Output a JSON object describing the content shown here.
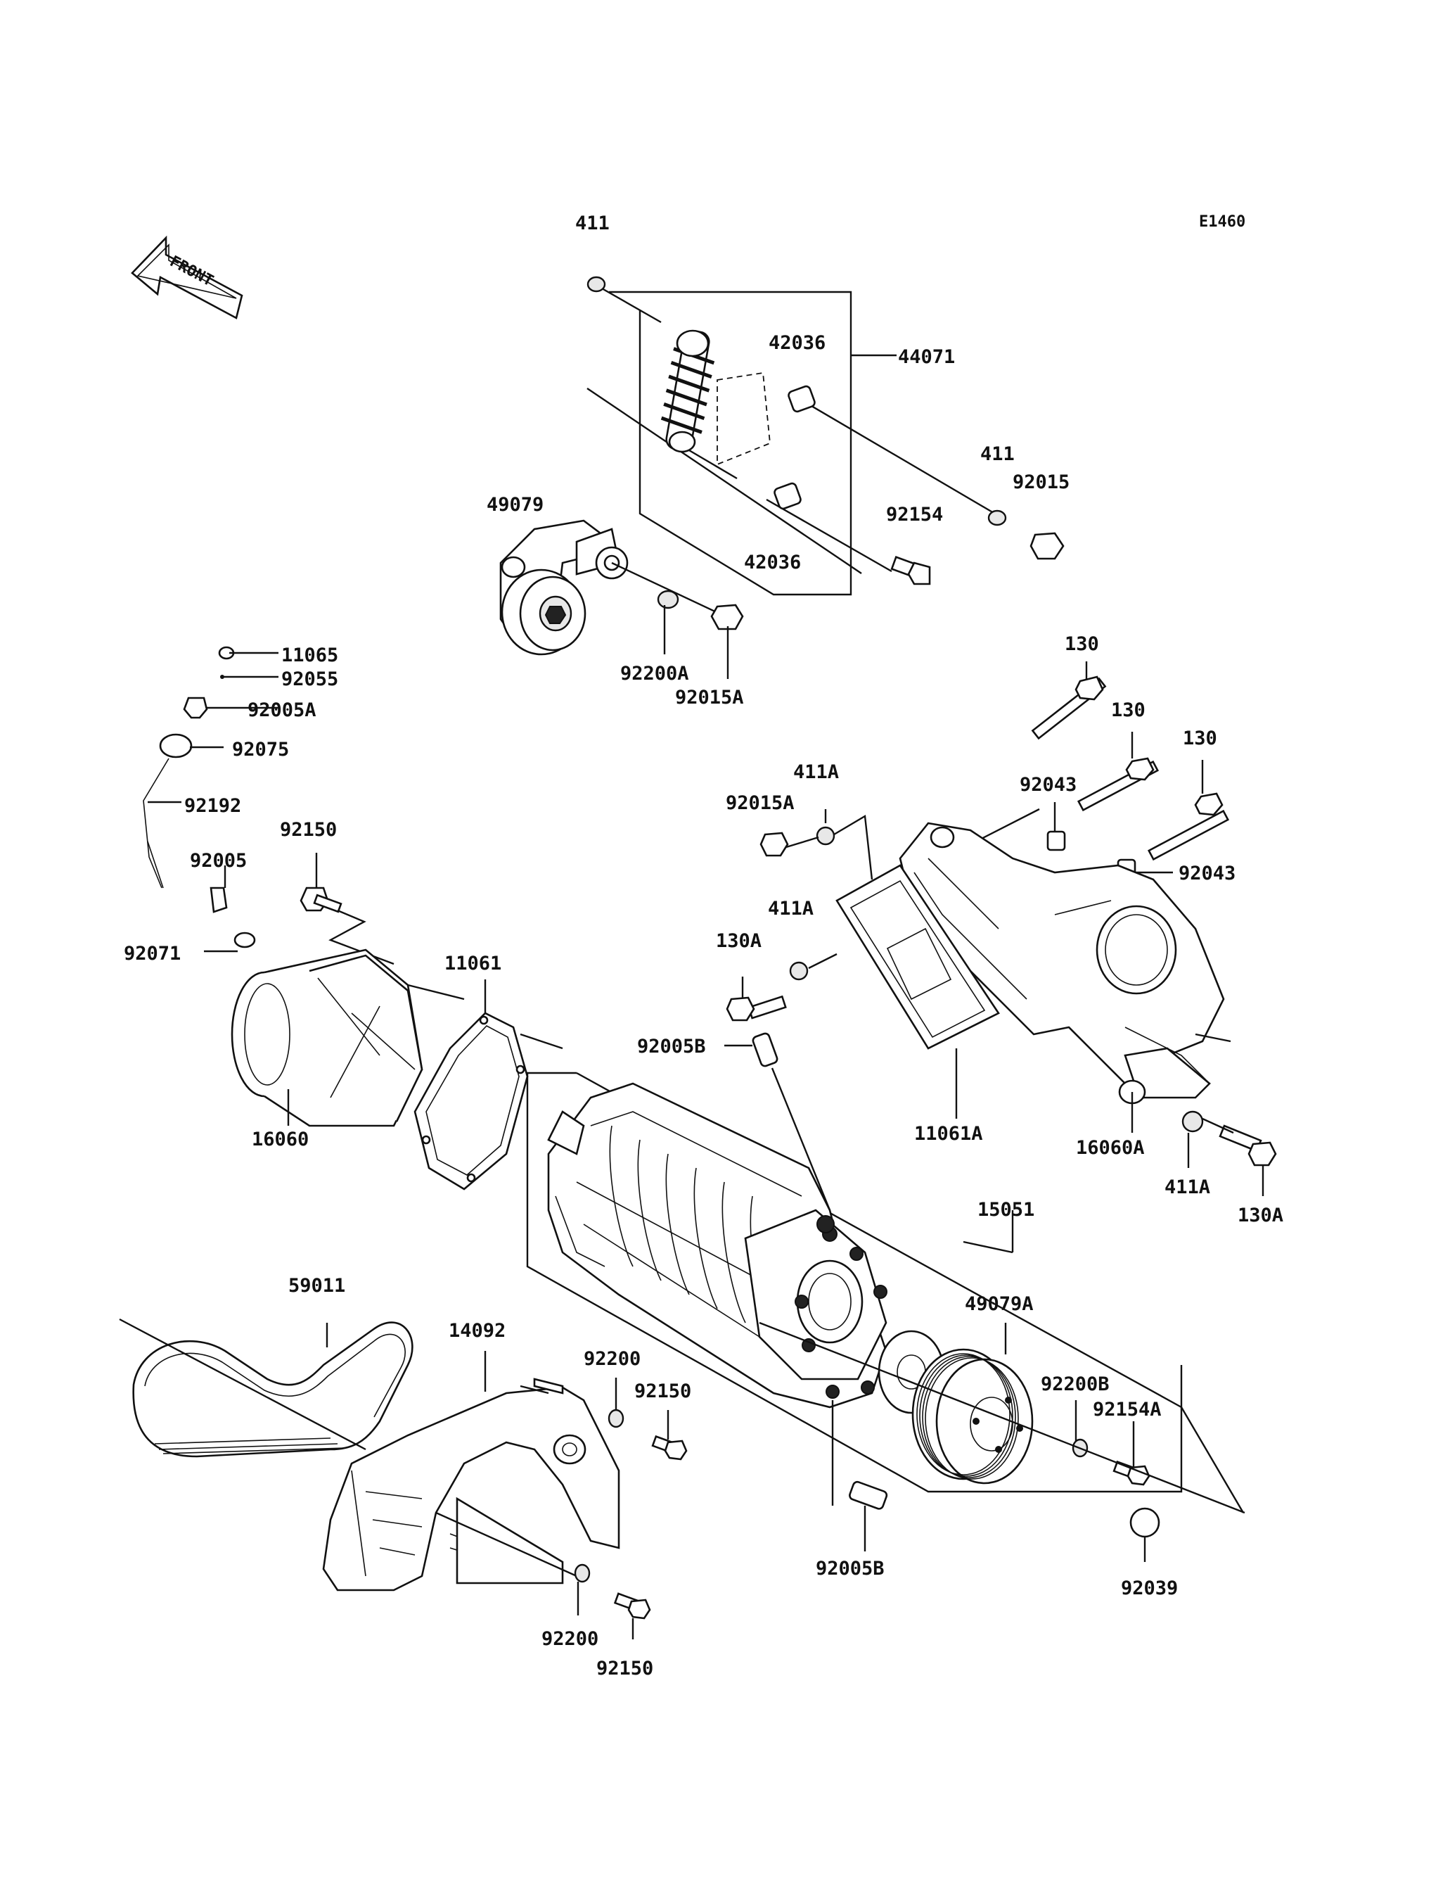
{
  "diagram_code": "E1460",
  "front_label": "FRONT",
  "labels": {
    "l411_top": "411",
    "l42036_top": "42036",
    "l44071": "44071",
    "l411_mid": "411",
    "l92015": "92015",
    "l92154": "92154",
    "l42036_bot": "42036",
    "l49079": "49079",
    "l92200A": "92200A",
    "l92015A": "92015A",
    "l11065": "11065",
    "l92055": "92055",
    "l92005A": "92005A",
    "l92075": "92075",
    "l92192": "92192",
    "l92150_a": "92150",
    "l92005": "92005",
    "l92071": "92071",
    "l11061": "11061",
    "l16060": "16060",
    "l130_a": "130",
    "l130_b": "130",
    "l130_c": "130",
    "l92043_a": "92043",
    "l92043_b": "92043",
    "l411A_a": "411A",
    "l92015A_b": "92015A",
    "l411A_b": "411A",
    "l130A_a": "130A",
    "l92005B_a": "92005B",
    "l11061A": "11061A",
    "l16060A": "16060A",
    "l411A_c": "411A",
    "l130A_b": "130A",
    "l15051": "15051",
    "l49079A": "49079A",
    "l59011": "59011",
    "l14092": "14092",
    "l92200_a": "92200",
    "l92150_b": "92150",
    "l92200B": "92200B",
    "l92154A": "92154A",
    "l92005B_b": "92005B",
    "l92039": "92039",
    "l92200_b": "92200",
    "l92150_c": "92150"
  }
}
